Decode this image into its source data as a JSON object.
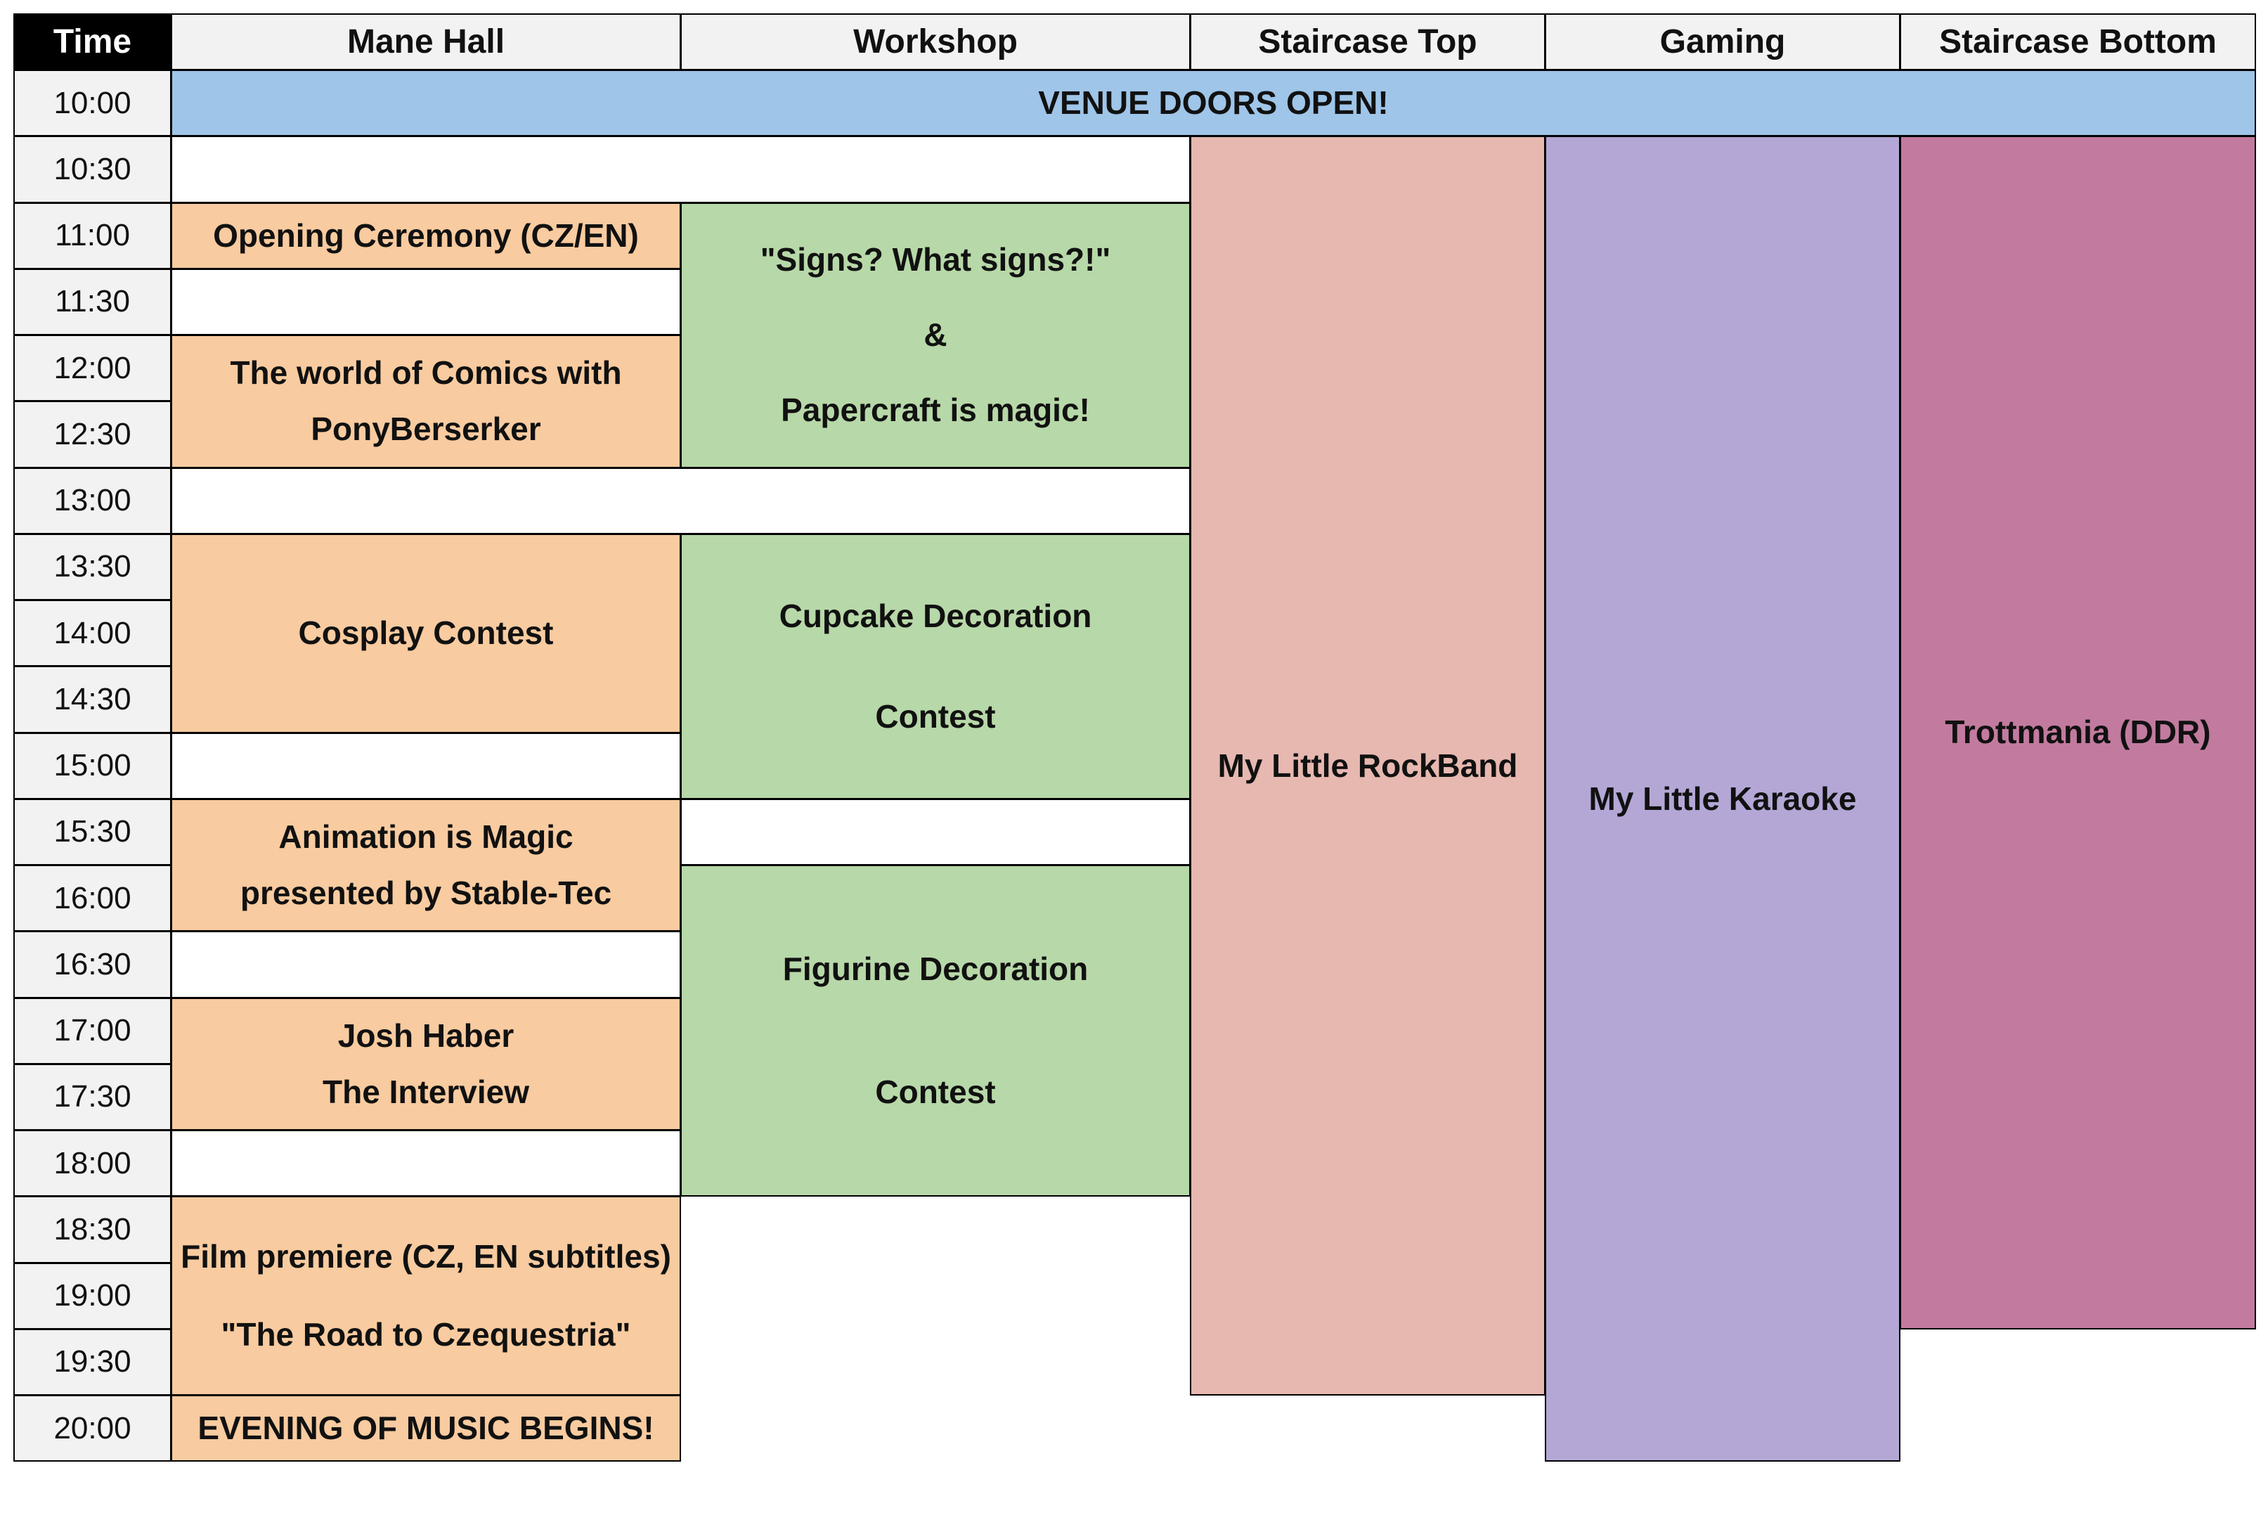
{
  "headers": {
    "time": "Time",
    "rooms": [
      "Mane Hall",
      "Workshop",
      "Staircase Top",
      "Gaming",
      "Staircase Bottom"
    ]
  },
  "times": [
    "10:00",
    "10:30",
    "11:00",
    "11:30",
    "12:00",
    "12:30",
    "13:00",
    "13:30",
    "14:00",
    "14:30",
    "15:00",
    "15:30",
    "16:00",
    "16:30",
    "17:00",
    "17:30",
    "18:00",
    "18:30",
    "19:00",
    "19:30",
    "20:00"
  ],
  "colors": {
    "mane_hall": "#f8cba0",
    "workshop": "#b7d8a8",
    "staircase_top": "#e6b8b0",
    "gaming": "#b4a7d6",
    "staircase_bottom": "#c27b9f",
    "banner": "#9fc5e8"
  },
  "banner": "VENUE DOORS OPEN!",
  "mane_hall": {
    "opening": "Opening Ceremony (CZ/EN)",
    "comics": [
      "The world of Comics with",
      "PonyBerserker"
    ],
    "cosplay": "Cosplay Contest",
    "animation": [
      "Animation is Magic",
      "presented by Stable-Tec"
    ],
    "josh": [
      "Josh Haber",
      "The Interview"
    ],
    "film": [
      "Film premiere (CZ, EN subtitles)",
      "\"The Road to Czequestria\""
    ],
    "evening": "EVENING OF MUSIC BEGINS!"
  },
  "workshop": {
    "signs": [
      "\"Signs? What signs?!\"",
      "&",
      "Papercraft is magic!"
    ],
    "cupcake": [
      "Cupcake Decoration",
      "Contest"
    ],
    "figurine": [
      "Figurine Decoration",
      "Contest"
    ]
  },
  "staircase_top": {
    "rockband": "My Little RockBand"
  },
  "gaming": {
    "karaoke": "My Little Karaoke"
  },
  "staircase_bottom": {
    "trottmania": "Trottmania (DDR)"
  }
}
